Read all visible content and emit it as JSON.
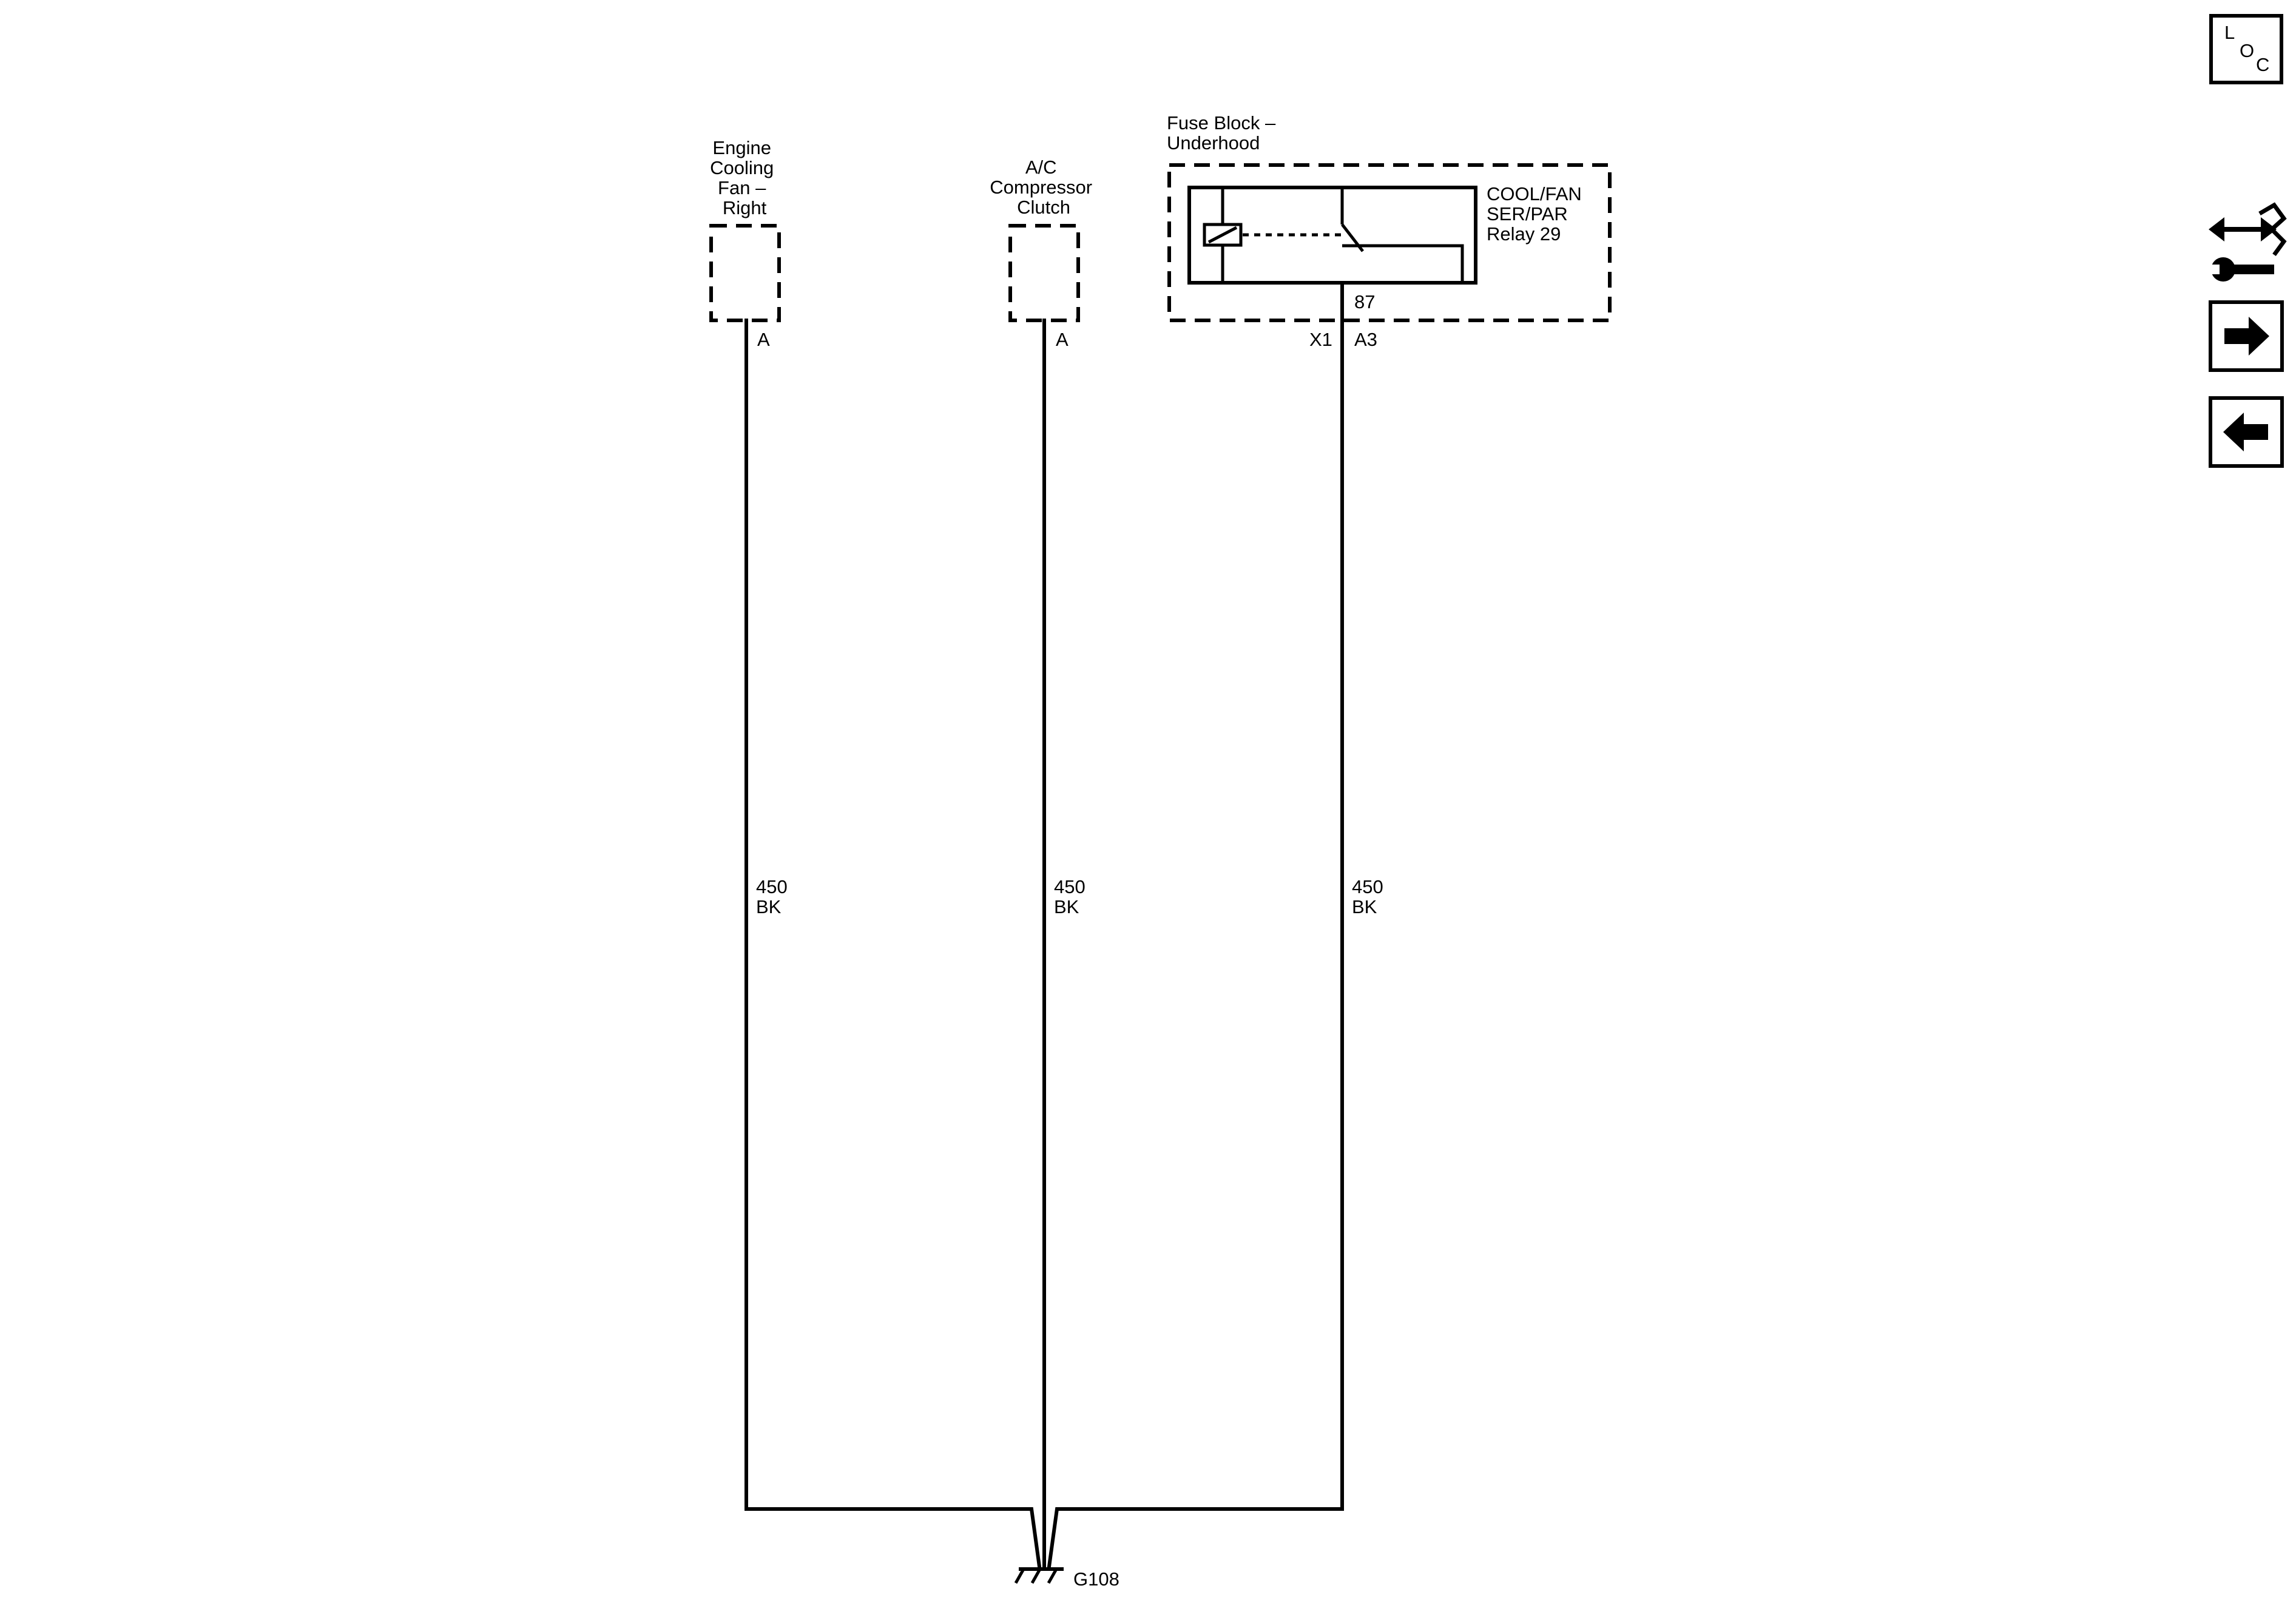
{
  "components": {
    "cooling_fan": {
      "name_lines": [
        "Engine",
        "Cooling",
        "Fan –",
        "Right"
      ],
      "pin": "A"
    },
    "ac_clutch": {
      "name_lines": [
        "A/C",
        "Compressor",
        "Clutch"
      ],
      "pin": "A"
    },
    "fuse_block": {
      "name_lines": [
        "Fuse Block –",
        "Underhood"
      ],
      "connector": "X1",
      "pin": "A3"
    },
    "relay": {
      "name_lines": [
        "COOL/FAN",
        "SER/PAR",
        "Relay 29"
      ],
      "terminal": "87"
    }
  },
  "wires": [
    {
      "circuit": "450",
      "color": "BK"
    },
    {
      "circuit": "450",
      "color": "BK"
    },
    {
      "circuit": "450",
      "color": "BK"
    }
  ],
  "ground": {
    "label": "G108"
  },
  "nav": {
    "loc_letters": [
      "L",
      "O",
      "C"
    ],
    "icons": [
      "connector-wrench-icon",
      "arrow-right-icon",
      "arrow-left-icon"
    ]
  }
}
